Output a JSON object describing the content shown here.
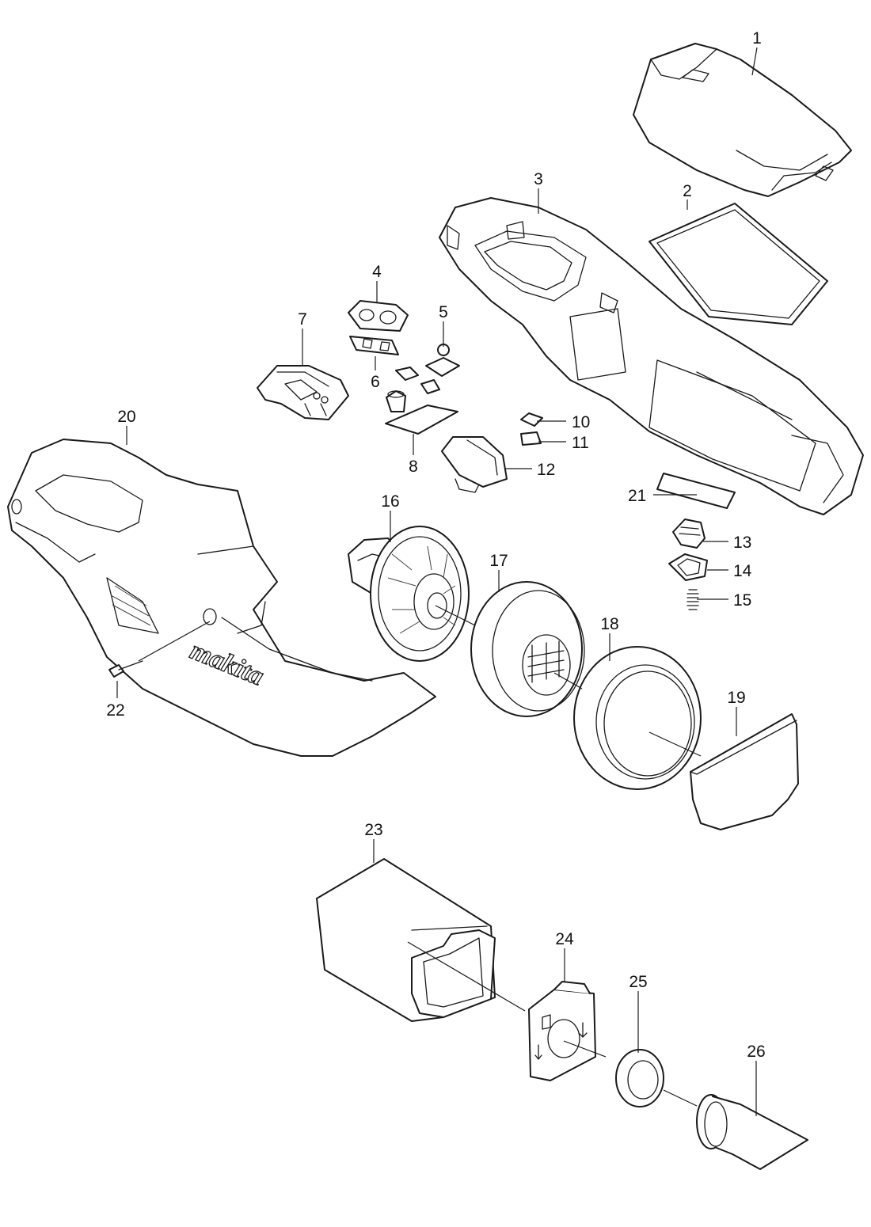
{
  "diagram": {
    "brand_logo": "makita",
    "callouts": [
      {
        "id": "callout-1",
        "label": "1"
      },
      {
        "id": "callout-2",
        "label": "2"
      },
      {
        "id": "callout-3",
        "label": "3"
      },
      {
        "id": "callout-4",
        "label": "4"
      },
      {
        "id": "callout-5",
        "label": "5"
      },
      {
        "id": "callout-6",
        "label": "6"
      },
      {
        "id": "callout-7",
        "label": "7"
      },
      {
        "id": "callout-8",
        "label": "8"
      },
      {
        "id": "callout-10",
        "label": "10"
      },
      {
        "id": "callout-11",
        "label": "11"
      },
      {
        "id": "callout-12",
        "label": "12"
      },
      {
        "id": "callout-13",
        "label": "13"
      },
      {
        "id": "callout-14",
        "label": "14"
      },
      {
        "id": "callout-15",
        "label": "15"
      },
      {
        "id": "callout-16",
        "label": "16"
      },
      {
        "id": "callout-17",
        "label": "17"
      },
      {
        "id": "callout-18",
        "label": "18"
      },
      {
        "id": "callout-19",
        "label": "19"
      },
      {
        "id": "callout-20",
        "label": "20"
      },
      {
        "id": "callout-21",
        "label": "21"
      },
      {
        "id": "callout-22",
        "label": "22"
      },
      {
        "id": "callout-23",
        "label": "23"
      },
      {
        "id": "callout-24",
        "label": "24"
      },
      {
        "id": "callout-25",
        "label": "25"
      },
      {
        "id": "callout-26",
        "label": "26"
      }
    ]
  }
}
